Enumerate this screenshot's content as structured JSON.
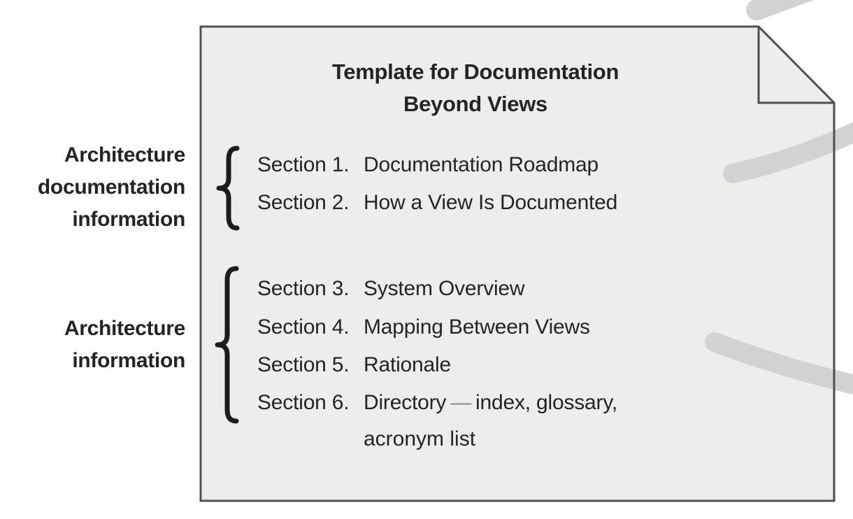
{
  "colors": {
    "page_bg": "#ffffff",
    "doc_fill": "#ededec",
    "doc_border": "#4f4f4f",
    "text": "#242424",
    "swoosh": "#d2d2d2",
    "dash": "#8a8a8a"
  },
  "document": {
    "title_line1": "Template for Documentation",
    "title_line2": "Beyond Views"
  },
  "groups": [
    {
      "label_lines": [
        "Architecture",
        "documentation",
        "information"
      ],
      "sections": [
        {
          "number": "Section 1.",
          "title": "Documentation Roadmap"
        },
        {
          "number": "Section 2.",
          "title": "How a View Is Documented"
        }
      ]
    },
    {
      "label_lines": [
        "Architecture",
        "information"
      ],
      "sections": [
        {
          "number": "Section 3.",
          "title": "System Overview"
        },
        {
          "number": "Section 4.",
          "title": "Mapping Between Views"
        },
        {
          "number": "Section 5.",
          "title": "Rationale"
        },
        {
          "number": "Section 6.",
          "title_pre": "Directory",
          "title_dash": "—",
          "title_post": "index, glossary,",
          "title_cont": "acronym list"
        }
      ]
    }
  ]
}
